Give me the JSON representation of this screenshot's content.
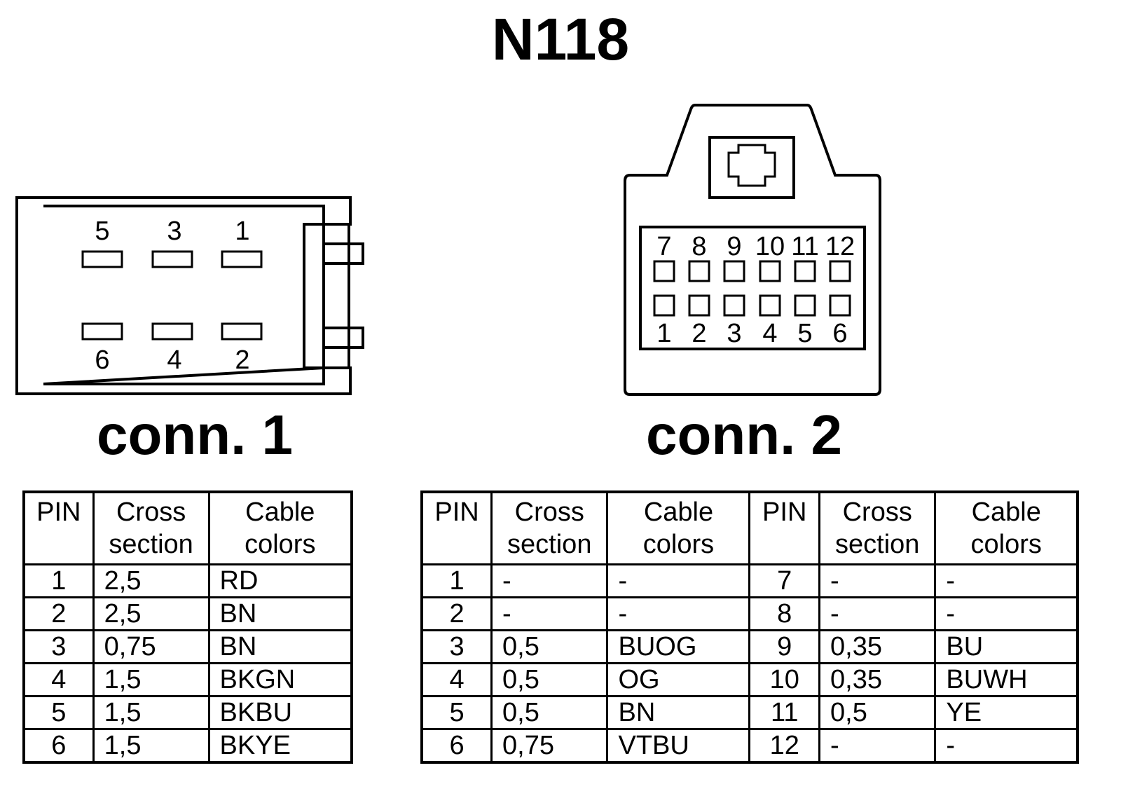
{
  "title": "N118",
  "connector1": {
    "label": "conn. 1",
    "pins_top": [
      "5",
      "3",
      "1"
    ],
    "pins_bottom": [
      "6",
      "4",
      "2"
    ]
  },
  "connector2": {
    "label": "conn. 2",
    "pins_top": [
      "7",
      "8",
      "9",
      "10",
      "11",
      "12"
    ],
    "pins_bottom": [
      "1",
      "2",
      "3",
      "4",
      "5",
      "6"
    ]
  },
  "table1": {
    "headers": [
      "PIN",
      "Cross section",
      "Cable colors"
    ],
    "rows": [
      [
        "1",
        "2,5",
        "RD"
      ],
      [
        "2",
        "2,5",
        "BN"
      ],
      [
        "3",
        "0,75",
        "BN"
      ],
      [
        "4",
        "1,5",
        "BKGN"
      ],
      [
        "5",
        "1,5",
        "BKBU"
      ],
      [
        "6",
        "1,5",
        "BKYE"
      ]
    ]
  },
  "table2": {
    "headers": [
      "PIN",
      "Cross section",
      "Cable colors",
      "PIN",
      "Cross section",
      "Cable colors"
    ],
    "rows": [
      [
        "1",
        "-",
        "-",
        "7",
        "-",
        "-"
      ],
      [
        "2",
        "-",
        "-",
        "8",
        "-",
        "-"
      ],
      [
        "3",
        "0,5",
        "BUOG",
        "9",
        "0,35",
        "BU"
      ],
      [
        "4",
        "0,5",
        "OG",
        "10",
        "0,35",
        "BUWH"
      ],
      [
        "5",
        "0,5",
        "BN",
        "11",
        "0,5",
        "YE"
      ],
      [
        "6",
        "0,75",
        "VTBU",
        "12",
        "-",
        "-"
      ]
    ]
  }
}
